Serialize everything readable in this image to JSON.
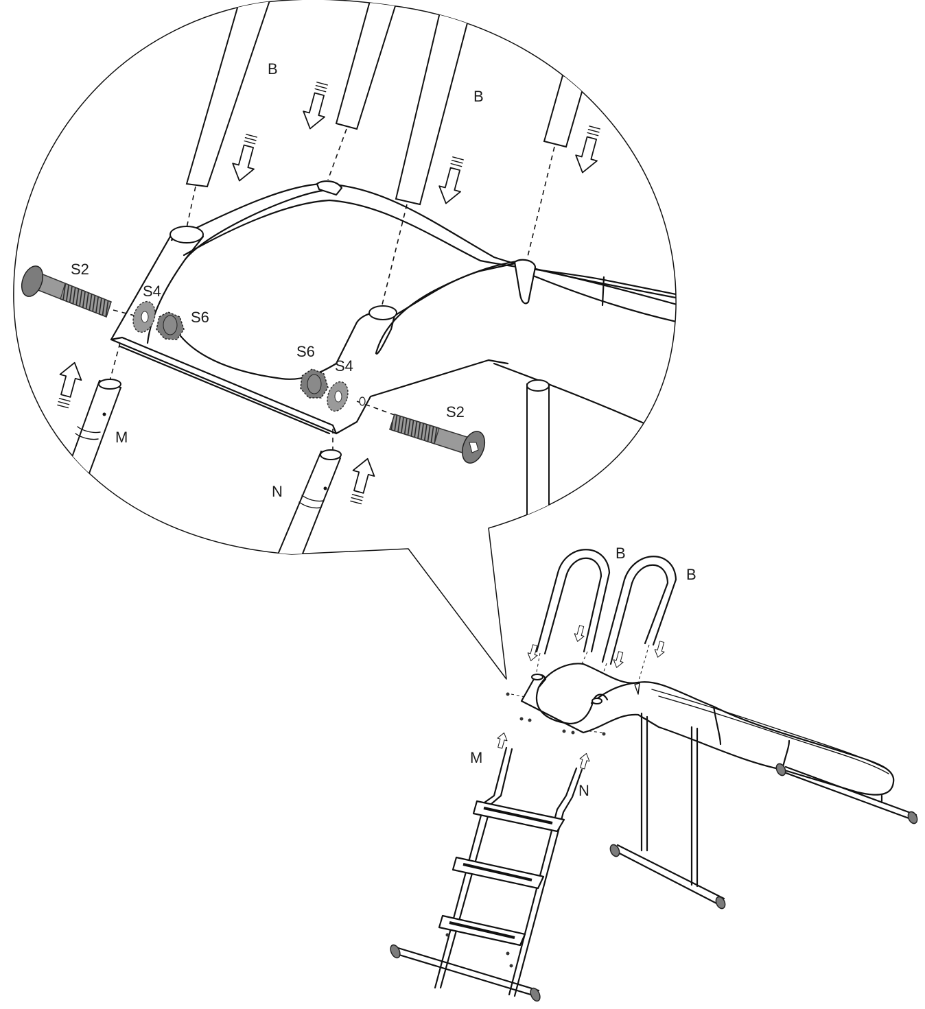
{
  "detail_labels": {
    "tube_b_left": "B",
    "tube_b_right": "B",
    "bolt_left": "S2",
    "bolt_right": "S2",
    "washer_left": "S4",
    "washer_right": "S4",
    "nut_left": "S6",
    "nut_right": "S6",
    "leg_m": "M",
    "leg_n": "N"
  },
  "overview_labels": {
    "handle_b_left": "B",
    "handle_b_right": "B",
    "leg_m": "M",
    "leg_n": "N"
  },
  "colors": {
    "line": "#111111",
    "hardware": "#9a9a9a",
    "background": "#ffffff"
  }
}
